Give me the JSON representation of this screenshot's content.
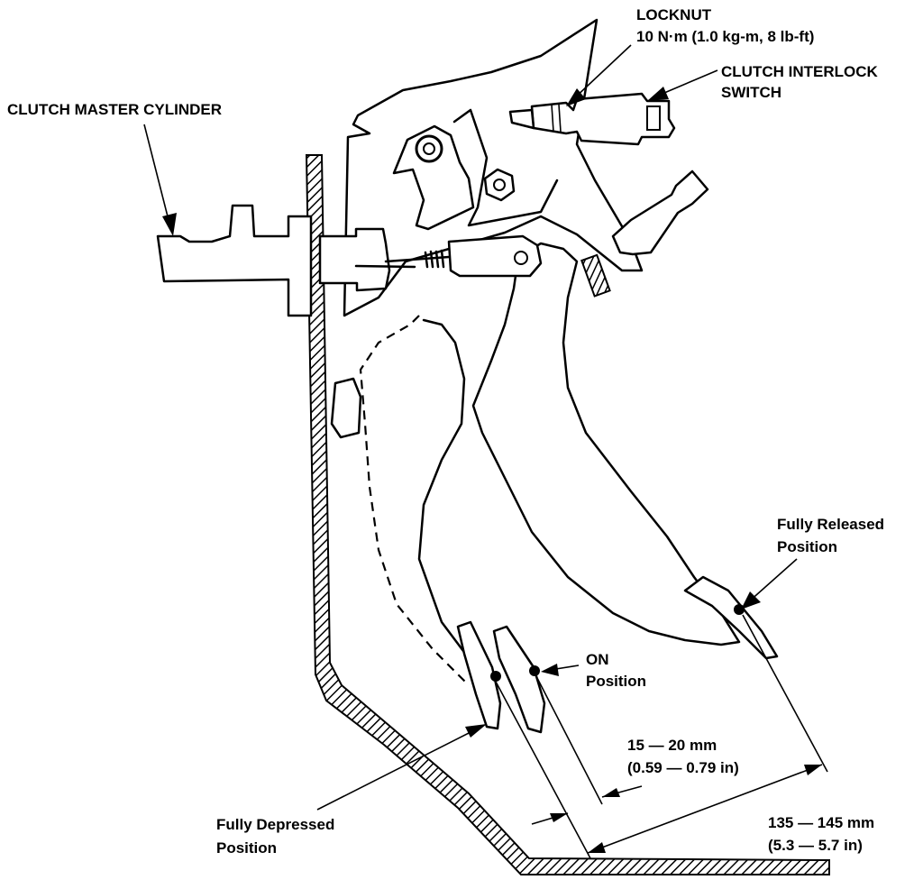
{
  "labels": {
    "clutch_master_cylinder": "CLUTCH MASTER CYLINDER",
    "locknut": "LOCKNUT",
    "locknut_torque": "10 N·m (1.0 kg-m, 8 lb-ft)",
    "clutch_interlock_switch_1": "CLUTCH INTERLOCK",
    "clutch_interlock_switch_2": "SWITCH",
    "fully_released_1": "Fully Released",
    "fully_released_2": "Position",
    "on_position_1": "ON",
    "on_position_2": "Position",
    "fully_depressed_1": "Fully Depressed",
    "fully_depressed_2": "Position",
    "dim_on_1": "15 — 20 mm",
    "dim_on_2": "(0.59 — 0.79 in)",
    "dim_stroke_1": "135 — 145 mm",
    "dim_stroke_2": "(5.3 — 5.7 in)"
  },
  "colors": {
    "ink": "#000000",
    "paper": "#ffffff"
  }
}
